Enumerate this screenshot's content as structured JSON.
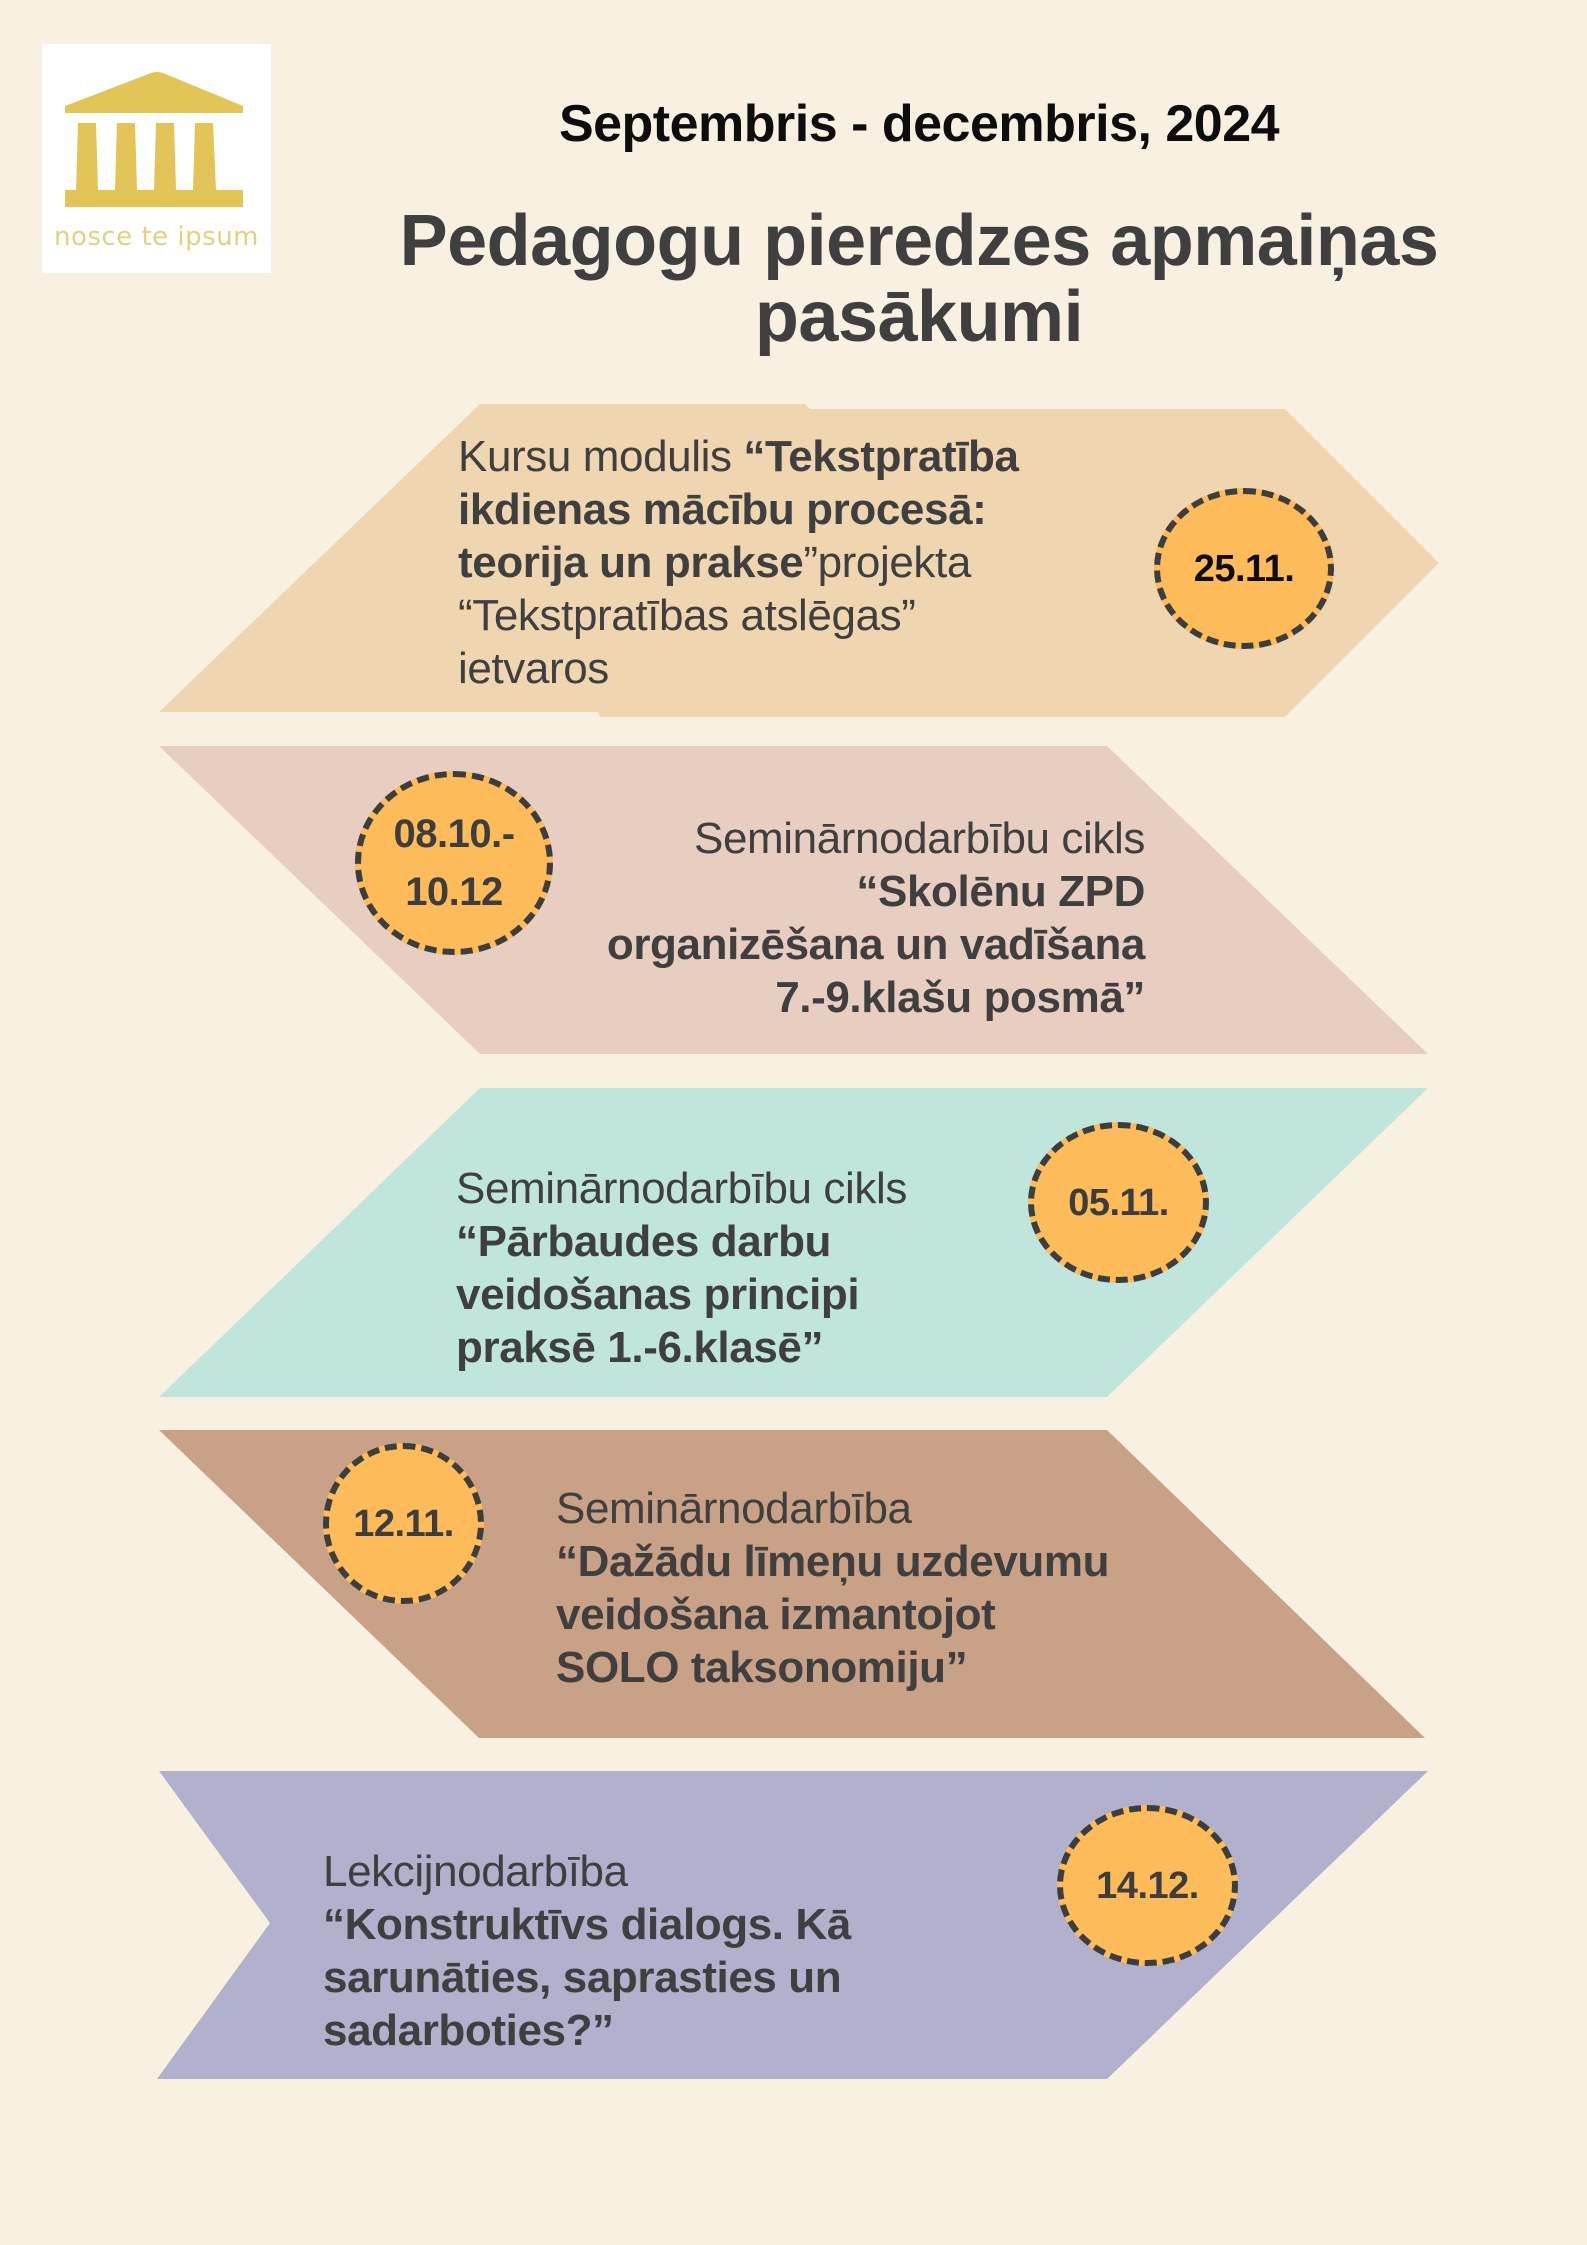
{
  "logo": {
    "icon": "greek-temple-icon",
    "motto": "nosce te ipsum",
    "color": "#e3c456"
  },
  "header": {
    "period": "Septembris - decembris, 2024",
    "title_line1": "Pedagogu pieredzes apmaiņas",
    "title_line2": "pasākumi"
  },
  "colors": {
    "background": "#f8f0e1",
    "date_badge": "#fdbb59",
    "text": "#3f3f3f"
  },
  "events": [
    {
      "shape_color": "#efd5b0",
      "date": "25.11.",
      "lines": [
        {
          "normal": "Kursu modulis ",
          "bold": "“Tekstpratība"
        },
        {
          "bold": "ikdienas mācību procesā:"
        },
        {
          "bold": "teorija un prakse",
          "normal": "”projekta"
        },
        {
          "normal": "“Tekstpratības atslēgas”"
        },
        {
          "normal": "ietvaros"
        }
      ]
    },
    {
      "shape_color": "#e8cdc1",
      "date_line1": "08.10.-",
      "date_line2": "10.12",
      "lines": [
        {
          "normal": "Seminārnodarbību cikls"
        },
        {
          "bold": "“Skolēnu ZPD"
        },
        {
          "bold": "organizēšana un vadīšana"
        },
        {
          "bold": "7.-9.klašu posmā”"
        }
      ]
    },
    {
      "shape_color": "#bfe5dc",
      "date": "05.11.",
      "lines": [
        {
          "normal": "Seminārnodarbību cikls"
        },
        {
          "bold": "“Pārbaudes darbu"
        },
        {
          "bold": "veidošanas principi"
        },
        {
          "bold": "praksē 1.-6.klasē”"
        }
      ]
    },
    {
      "shape_color": "#c9a187",
      "date": "12.11.",
      "lines": [
        {
          "normal": "Seminārnodarbība"
        },
        {
          "bold": "“Dažādu līmeņu uzdevumu"
        },
        {
          "bold": "veidošana izmantojot"
        },
        {
          "bold": "SOLO taksonomiju”"
        }
      ]
    },
    {
      "shape_color": "#b1b0cd",
      "date": "14.12.",
      "lines": [
        {
          "normal": "Lekcijnodarbība"
        },
        {
          "bold": "“Konstruktīvs dialogs. Kā"
        },
        {
          "bold": "sarunāties, saprasties un"
        },
        {
          "bold": "sadarboties?”"
        }
      ]
    }
  ]
}
